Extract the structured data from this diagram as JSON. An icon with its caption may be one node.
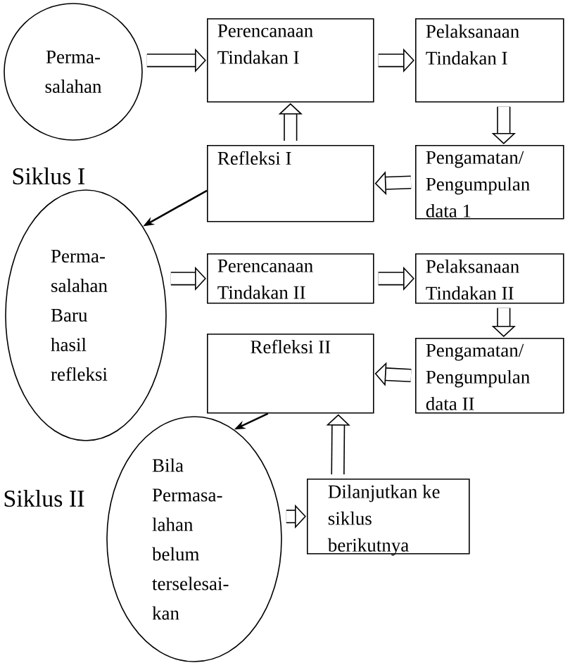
{
  "diagram": {
    "nodes": [
      {
        "text": [
          "Perma- salahan"
        ]
      },
      {
        "text": [
          "Perencanaan Tindakan I"
        ]
      },
      {
        "text": [
          "Pelaksanaan Tindakan I"
        ]
      },
      {
        "text": [
          "Pengamatan/ Pengumpulan data 1"
        ]
      },
      {
        "text": [
          "Refleksi I"
        ]
      },
      {
        "text": [
          "Perma- salahan Baru hasil refleksi"
        ]
      },
      {
        "text": [
          "Perencanaan Tindakan II"
        ]
      },
      {
        "text": [
          "Pelaksanaan Tindakan II"
        ]
      },
      {
        "text": [
          "Pengamatan/ Pengumpulan data II"
        ]
      },
      {
        "text": [
          "Refleksi II"
        ]
      },
      {
        "text": [
          "Bila Permasa- lahan belum terselesai- kan"
        ]
      },
      {
        "text": [
          "Dilanjutkan ke siklus berikutnya"
        ]
      }
    ],
    "edges": [
      {
        "from": 0,
        "to": 1,
        "arrow": "to"
      },
      {
        "from": 1,
        "to": 2,
        "arrow": "to"
      },
      {
        "from": 2,
        "to": 3,
        "arrow": "to"
      },
      {
        "from": 3,
        "to": 4,
        "arrow": "to"
      },
      {
        "from": 4,
        "to": 1,
        "arrow": "to"
      },
      {
        "from": 4,
        "to": 5,
        "arrow": "to"
      },
      {
        "from": 5,
        "to": 6,
        "arrow": "to"
      },
      {
        "from": 6,
        "to": 7,
        "arrow": "to"
      },
      {
        "from": 7,
        "to": 8,
        "arrow": "to"
      },
      {
        "from": 8,
        "to": 9,
        "arrow": "to"
      },
      {
        "from": 9,
        "to": 10,
        "arrow": "to"
      },
      {
        "from": 11,
        "to": 9,
        "arrow": "to"
      },
      {
        "from": 10,
        "to": 11,
        "arrow": "to"
      }
    ],
    "labels": [
      "Siklus I",
      "Siklus II"
    ]
  }
}
